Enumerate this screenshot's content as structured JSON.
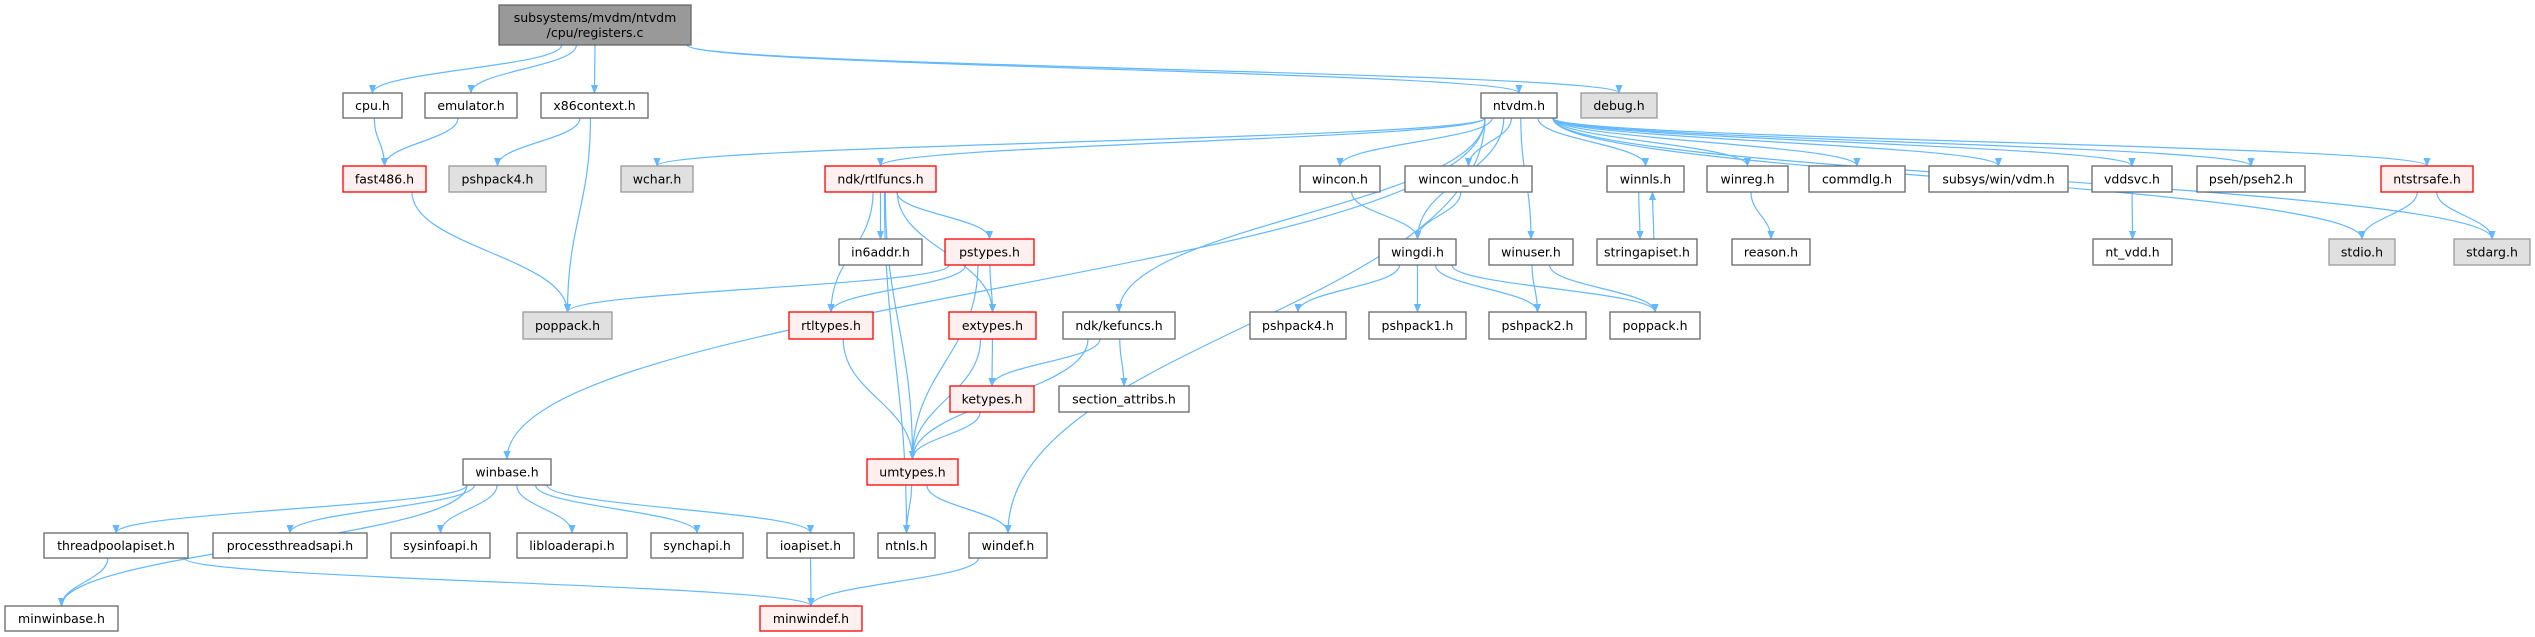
{
  "title": "Include dependency graph for registers.c",
  "colors": {
    "edge": "#63b8ff",
    "main_fill": "#999999",
    "main_border": "#666666",
    "normal_fill": "#ffffff",
    "normal_border": "#666666",
    "missing_fill": "#e0e0e0",
    "missing_border": "#999999",
    "truncated_fill": "#fff0f0",
    "truncated_border": "#ff0000"
  },
  "nodes": [
    {
      "id": "main",
      "label": [
        "subsystems/mvdm/ntvdm",
        "/cpu/registers.c"
      ],
      "kind": "main"
    },
    {
      "id": "cpu",
      "label": [
        "cpu.h"
      ],
      "kind": "normal"
    },
    {
      "id": "emulator",
      "label": [
        "emulator.h"
      ],
      "kind": "normal"
    },
    {
      "id": "x86context",
      "label": [
        "x86context.h"
      ],
      "kind": "normal"
    },
    {
      "id": "ntvdm",
      "label": [
        "ntvdm.h"
      ],
      "kind": "normal"
    },
    {
      "id": "debug",
      "label": [
        "debug.h"
      ],
      "kind": "missing"
    },
    {
      "id": "fast486",
      "label": [
        "fast486.h"
      ],
      "kind": "truncated"
    },
    {
      "id": "pshpack4a",
      "label": [
        "pshpack4.h"
      ],
      "kind": "missing"
    },
    {
      "id": "wchar",
      "label": [
        "wchar.h"
      ],
      "kind": "missing"
    },
    {
      "id": "rtlfuncs",
      "label": [
        "ndk/rtlfuncs.h"
      ],
      "kind": "truncated"
    },
    {
      "id": "wincon",
      "label": [
        "wincon.h"
      ],
      "kind": "normal"
    },
    {
      "id": "wincon_undoc",
      "label": [
        "wincon_undoc.h"
      ],
      "kind": "normal"
    },
    {
      "id": "winnls",
      "label": [
        "winnls.h"
      ],
      "kind": "normal"
    },
    {
      "id": "winreg",
      "label": [
        "winreg.h"
      ],
      "kind": "normal"
    },
    {
      "id": "commdlg",
      "label": [
        "commdlg.h"
      ],
      "kind": "normal"
    },
    {
      "id": "vdm",
      "label": [
        "subsys/win/vdm.h"
      ],
      "kind": "normal"
    },
    {
      "id": "vddsvc",
      "label": [
        "vddsvc.h"
      ],
      "kind": "normal"
    },
    {
      "id": "pseh2",
      "label": [
        "pseh/pseh2.h"
      ],
      "kind": "normal"
    },
    {
      "id": "ntstrsafe",
      "label": [
        "ntstrsafe.h"
      ],
      "kind": "truncated"
    },
    {
      "id": "in6addr",
      "label": [
        "in6addr.h"
      ],
      "kind": "normal"
    },
    {
      "id": "pstypes",
      "label": [
        "pstypes.h"
      ],
      "kind": "truncated"
    },
    {
      "id": "wingdi",
      "label": [
        "wingdi.h"
      ],
      "kind": "normal"
    },
    {
      "id": "winuser",
      "label": [
        "winuser.h"
      ],
      "kind": "normal"
    },
    {
      "id": "stringapiset",
      "label": [
        "stringapiset.h"
      ],
      "kind": "normal"
    },
    {
      "id": "reason",
      "label": [
        "reason.h"
      ],
      "kind": "normal"
    },
    {
      "id": "nt_vdd",
      "label": [
        "nt_vdd.h"
      ],
      "kind": "normal"
    },
    {
      "id": "stdio",
      "label": [
        "stdio.h"
      ],
      "kind": "missing"
    },
    {
      "id": "stdarg",
      "label": [
        "stdarg.h"
      ],
      "kind": "missing"
    },
    {
      "id": "poppacka",
      "label": [
        "poppack.h"
      ],
      "kind": "missing"
    },
    {
      "id": "rtltypes",
      "label": [
        "rtltypes.h"
      ],
      "kind": "truncated"
    },
    {
      "id": "extypes",
      "label": [
        "extypes.h"
      ],
      "kind": "truncated"
    },
    {
      "id": "kefuncs",
      "label": [
        "ndk/kefuncs.h"
      ],
      "kind": "normal"
    },
    {
      "id": "pshpack4b",
      "label": [
        "pshpack4.h"
      ],
      "kind": "normal"
    },
    {
      "id": "pshpack1",
      "label": [
        "pshpack1.h"
      ],
      "kind": "normal"
    },
    {
      "id": "pshpack2",
      "label": [
        "pshpack2.h"
      ],
      "kind": "normal"
    },
    {
      "id": "poppackb",
      "label": [
        "poppack.h"
      ],
      "kind": "normal"
    },
    {
      "id": "ketypes",
      "label": [
        "ketypes.h"
      ],
      "kind": "truncated"
    },
    {
      "id": "section_attribs",
      "label": [
        "section_attribs.h"
      ],
      "kind": "normal"
    },
    {
      "id": "winbase",
      "label": [
        "winbase.h"
      ],
      "kind": "normal"
    },
    {
      "id": "umtypes",
      "label": [
        "umtypes.h"
      ],
      "kind": "truncated"
    },
    {
      "id": "threadpoolapiset",
      "label": [
        "threadpoolapiset.h"
      ],
      "kind": "normal"
    },
    {
      "id": "processthreadsapi",
      "label": [
        "processthreadsapi.h"
      ],
      "kind": "normal"
    },
    {
      "id": "sysinfoapi",
      "label": [
        "sysinfoapi.h"
      ],
      "kind": "normal"
    },
    {
      "id": "libloaderapi",
      "label": [
        "libloaderapi.h"
      ],
      "kind": "normal"
    },
    {
      "id": "synchapi",
      "label": [
        "synchapi.h"
      ],
      "kind": "normal"
    },
    {
      "id": "ioapiset",
      "label": [
        "ioapiset.h"
      ],
      "kind": "normal"
    },
    {
      "id": "ntnls",
      "label": [
        "ntnls.h"
      ],
      "kind": "normal"
    },
    {
      "id": "windef",
      "label": [
        "windef.h"
      ],
      "kind": "normal"
    },
    {
      "id": "minwinbase",
      "label": [
        "minwinbase.h"
      ],
      "kind": "normal"
    },
    {
      "id": "minwindef",
      "label": [
        "minwindef.h"
      ],
      "kind": "truncated"
    }
  ],
  "edges": [
    [
      "main",
      "cpu"
    ],
    [
      "main",
      "emulator"
    ],
    [
      "main",
      "x86context"
    ],
    [
      "main",
      "ntvdm"
    ],
    [
      "main",
      "debug"
    ],
    [
      "cpu",
      "fast486"
    ],
    [
      "emulator",
      "fast486"
    ],
    [
      "x86context",
      "pshpack4a"
    ],
    [
      "x86context",
      "poppacka"
    ],
    [
      "fast486",
      "poppacka"
    ],
    [
      "ntvdm",
      "wchar"
    ],
    [
      "ntvdm",
      "rtlfuncs"
    ],
    [
      "ntvdm",
      "winbase"
    ],
    [
      "ntvdm",
      "kefuncs"
    ],
    [
      "ntvdm",
      "windef"
    ],
    [
      "ntvdm",
      "wincon"
    ],
    [
      "ntvdm",
      "wincon_undoc"
    ],
    [
      "ntvdm",
      "wingdi"
    ],
    [
      "ntvdm",
      "winuser"
    ],
    [
      "ntvdm",
      "winnls"
    ],
    [
      "ntvdm",
      "winreg"
    ],
    [
      "ntvdm",
      "commdlg"
    ],
    [
      "ntvdm",
      "vdm"
    ],
    [
      "ntvdm",
      "vddsvc"
    ],
    [
      "ntvdm",
      "pseh2"
    ],
    [
      "ntvdm",
      "ntstrsafe"
    ],
    [
      "ntvdm",
      "stdio"
    ],
    [
      "ntvdm",
      "stdarg"
    ],
    [
      "rtlfuncs",
      "in6addr"
    ],
    [
      "rtlfuncs",
      "pstypes"
    ],
    [
      "rtlfuncs",
      "rtltypes"
    ],
    [
      "rtlfuncs",
      "extypes"
    ],
    [
      "rtlfuncs",
      "umtypes"
    ],
    [
      "rtlfuncs",
      "ntnls"
    ],
    [
      "pstypes",
      "poppacka"
    ],
    [
      "pstypes",
      "rtltypes"
    ],
    [
      "pstypes",
      "extypes"
    ],
    [
      "pstypes",
      "umtypes"
    ],
    [
      "rtltypes",
      "umtypes"
    ],
    [
      "extypes",
      "ketypes"
    ],
    [
      "extypes",
      "umtypes"
    ],
    [
      "ketypes",
      "umtypes"
    ],
    [
      "kefuncs",
      "ketypes"
    ],
    [
      "kefuncs",
      "section_attribs"
    ],
    [
      "kefuncs",
      "umtypes"
    ],
    [
      "umtypes",
      "ntnls"
    ],
    [
      "umtypes",
      "windef"
    ],
    [
      "wincon",
      "wingdi"
    ],
    [
      "wincon_undoc",
      "wingdi"
    ],
    [
      "wingdi",
      "pshpack4b"
    ],
    [
      "wingdi",
      "pshpack1"
    ],
    [
      "wingdi",
      "pshpack2"
    ],
    [
      "wingdi",
      "poppackb"
    ],
    [
      "winuser",
      "pshpack2"
    ],
    [
      "winuser",
      "poppackb"
    ],
    [
      "winnls",
      "stringapiset"
    ],
    [
      "stringapiset",
      "winnls"
    ],
    [
      "winreg",
      "reason"
    ],
    [
      "vddsvc",
      "nt_vdd"
    ],
    [
      "ntstrsafe",
      "stdio"
    ],
    [
      "ntstrsafe",
      "stdarg"
    ],
    [
      "winbase",
      "minwinbase"
    ],
    [
      "winbase",
      "threadpoolapiset"
    ],
    [
      "winbase",
      "processthreadsapi"
    ],
    [
      "winbase",
      "sysinfoapi"
    ],
    [
      "winbase",
      "libloaderapi"
    ],
    [
      "winbase",
      "synchapi"
    ],
    [
      "winbase",
      "ioapiset"
    ],
    [
      "threadpoolapiset",
      "minwinbase"
    ],
    [
      "threadpoolapiset",
      "minwindef"
    ],
    [
      "ioapiset",
      "minwindef"
    ],
    [
      "windef",
      "minwindef"
    ]
  ]
}
